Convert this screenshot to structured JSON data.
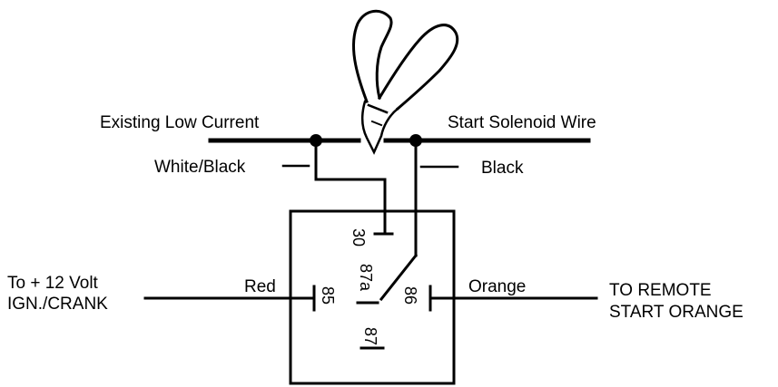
{
  "labels": {
    "existing_low_current": "Existing Low Current",
    "start_solenoid_wire": "Start Solenoid Wire",
    "white_black": "White/Black",
    "black": "Black",
    "to_12_volt_line1": "To + 12 Volt",
    "to_12_volt_line2": "IGN./CRANK",
    "red": "Red",
    "orange": "Orange",
    "to_remote_line1": "TO REMOTE",
    "to_remote_line2": "START ORANGE"
  },
  "pins": {
    "p30": "30",
    "p87a": "87a",
    "p85": "85",
    "p86": "86",
    "p87": "87"
  },
  "icons": {
    "tool": "wire-cutter-pliers-icon"
  },
  "colors": {
    "line": "#000000",
    "background": "#ffffff"
  }
}
